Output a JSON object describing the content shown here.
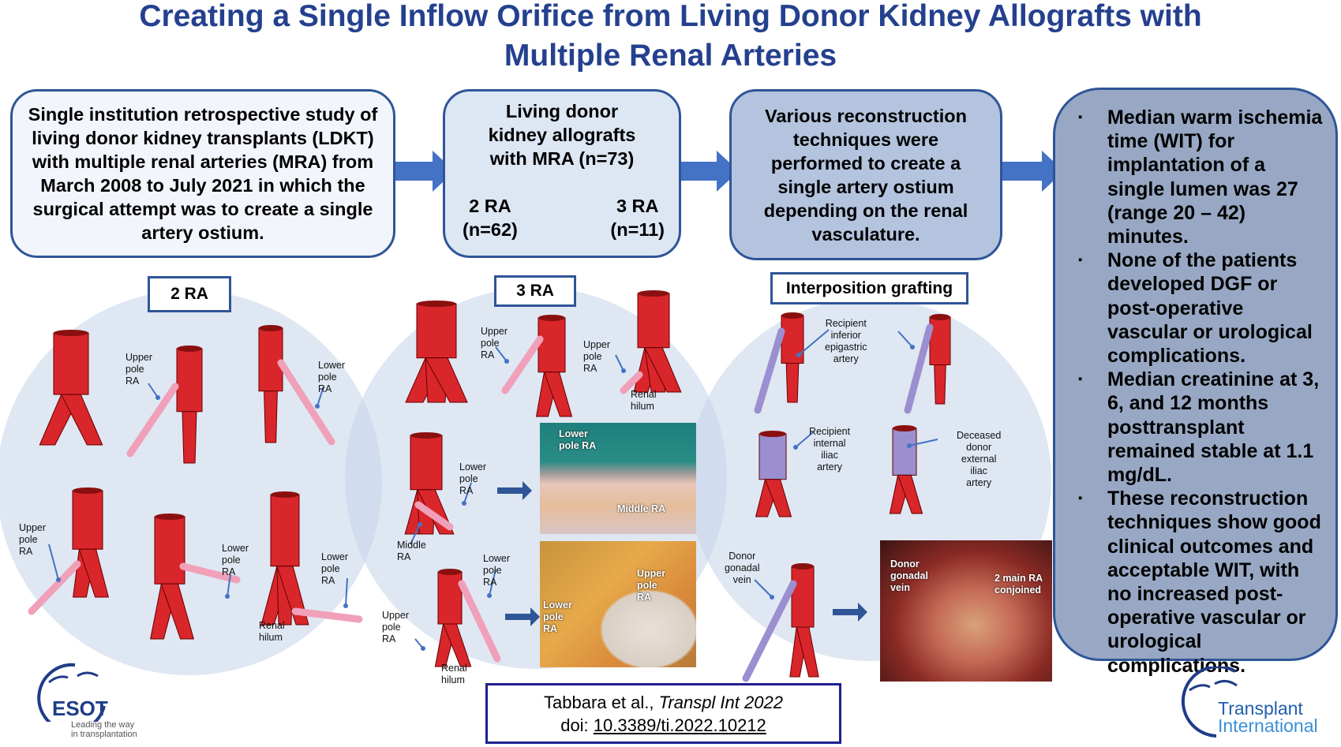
{
  "title": {
    "line1": "Creating a Single Inflow Orifice from Living Donor Kidney Allografts with",
    "line2": "Multiple Renal Arteries"
  },
  "flow": {
    "box1": "Single institution retrospective study of living donor kidney transplants (LDKT) with multiple renal arteries (MRA) from March 2008 to July 2021 in which the surgical attempt was to create a single artery ostium.",
    "box2": {
      "head1": "Living donor",
      "head2": "kidney allografts",
      "head3": "with MRA (n=73)",
      "left1": "2 RA",
      "left2": "(n=62)",
      "right1": "3 RA",
      "right2": "(n=11)"
    },
    "box3": "Various reconstruction techniques were performed to create a single artery ostium depending on the renal vasculature."
  },
  "results": [
    "Median warm ischemia time (WIT) for implantation of a single lumen was 27 (range 20 – 42) minutes.",
    "None of the patients developed DGF or post-operative vascular or urological complications.",
    "Median creatinine at 3, 6, and 12 months posttransplant remained stable at 1.1 mg/dL.",
    "These reconstruction techniques show good clinical outcomes and acceptable WIT, with no increased post-operative vascular or urological complications."
  ],
  "bullet": "▪",
  "panels": {
    "two_ra": {
      "label": "2 RA",
      "notes": [
        "Upper pole RA",
        "Lower pole RA",
        "Upper pole RA",
        "Lower pole RA",
        "Lower pole RA",
        "Renal hilum"
      ]
    },
    "three_ra": {
      "label": "3 RA",
      "notes": [
        "Upper pole RA",
        "Upper pole RA",
        "Renal hilum",
        "Lower pole RA",
        "Middle RA",
        "Lower pole RA",
        "Upper pole RA",
        "Renal hilum"
      ],
      "photo1": [
        "Lower pole RA",
        "Middle RA"
      ],
      "photo2": [
        "Upper pole RA",
        "Lower pole RA"
      ]
    },
    "interposition": {
      "label": "Interposition grafting",
      "notes": [
        "Recipient inferior epigastric artery",
        "Recipient internal iliac artery",
        "Deceased donor external iliac artery",
        "Donor gonadal vein"
      ],
      "photo3": [
        "Donor gonadal vein",
        "2 main RA conjoined"
      ]
    }
  },
  "citation": {
    "authors": "Tabbara et al., ",
    "journal": "Transpl Int 2022",
    "doi_prefix": "doi: ",
    "doi": "10.3389/ti.2022.10212"
  },
  "logos": {
    "esot": "ESOT",
    "esot_tag1": "Leading the way",
    "esot_tag2": "in transplantation",
    "ti1": "Transplant",
    "ti2": "International"
  },
  "colors": {
    "title": "#24408e",
    "border": "#2f5597",
    "arrow": "#4472c4",
    "vessel": "#d9262b",
    "graft": "#9b8fd0"
  }
}
